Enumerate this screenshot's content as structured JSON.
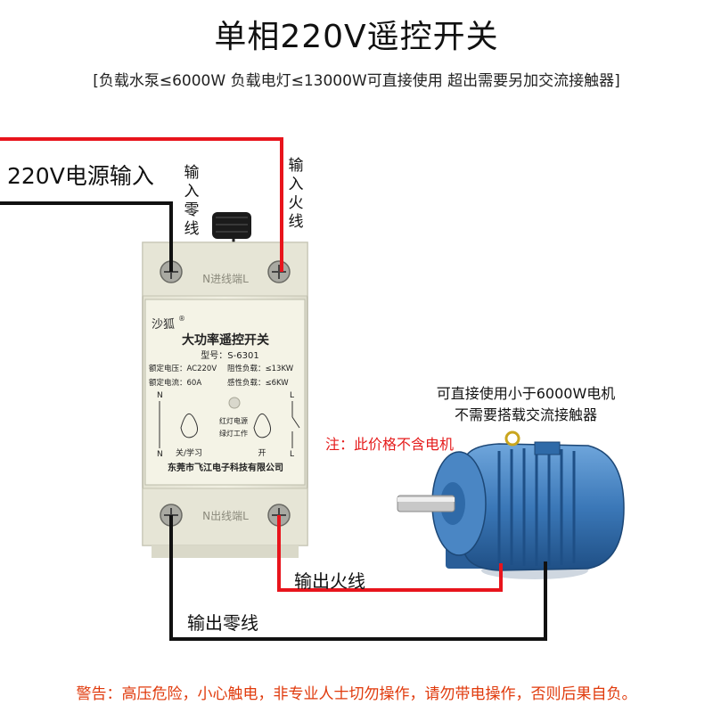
{
  "title": "单相220V遥控开关",
  "subtitle": "[负载水泵≤6000W   负载电灯≤13000W可直接使用  超出需要另加交流接触器]",
  "labels": {
    "power_input": "220V电源输入",
    "input_neutral": "输入零线",
    "input_live": "输入火线",
    "output_live": "输出火线",
    "output_neutral": "输出零线"
  },
  "motor_notes": {
    "line1": "可直接使用小于6000W电机",
    "line2": "不需要搭载交流接触器",
    "price_note": "注：此价格不含电机"
  },
  "warning": "警告：高压危险，小心触电，非专业人士切勿操作，请勿带电操作，否则后果自负。",
  "device": {
    "top_terminal_label": "N进线端L",
    "bottom_terminal_label": "N出线端L",
    "brand": "沙狐",
    "brand_mark": "®",
    "product_name": "大功率遥控开关",
    "model": "型号：S-6301",
    "rated_voltage": "额定电压：AC220V",
    "resistive_load": "阻性负载：≤13KW",
    "rated_current": "额定电流：60A",
    "inductive_load": "感性负载：≤6KW",
    "left_terminal_top": "N",
    "left_terminal_bottom": "N",
    "right_terminal_top": "L",
    "right_terminal_bottom": "L",
    "led_note_1": "红灯电源",
    "led_note_2": "绿灯工作",
    "off_learn": "关/学习",
    "on": "开",
    "manufacturer": "东莞市飞江电子科技有限公司"
  },
  "colors": {
    "live_wire": "#e8141c",
    "neutral_wire": "#111111",
    "warning": "#e03a0c",
    "motor_blue": "#3b78b8"
  }
}
